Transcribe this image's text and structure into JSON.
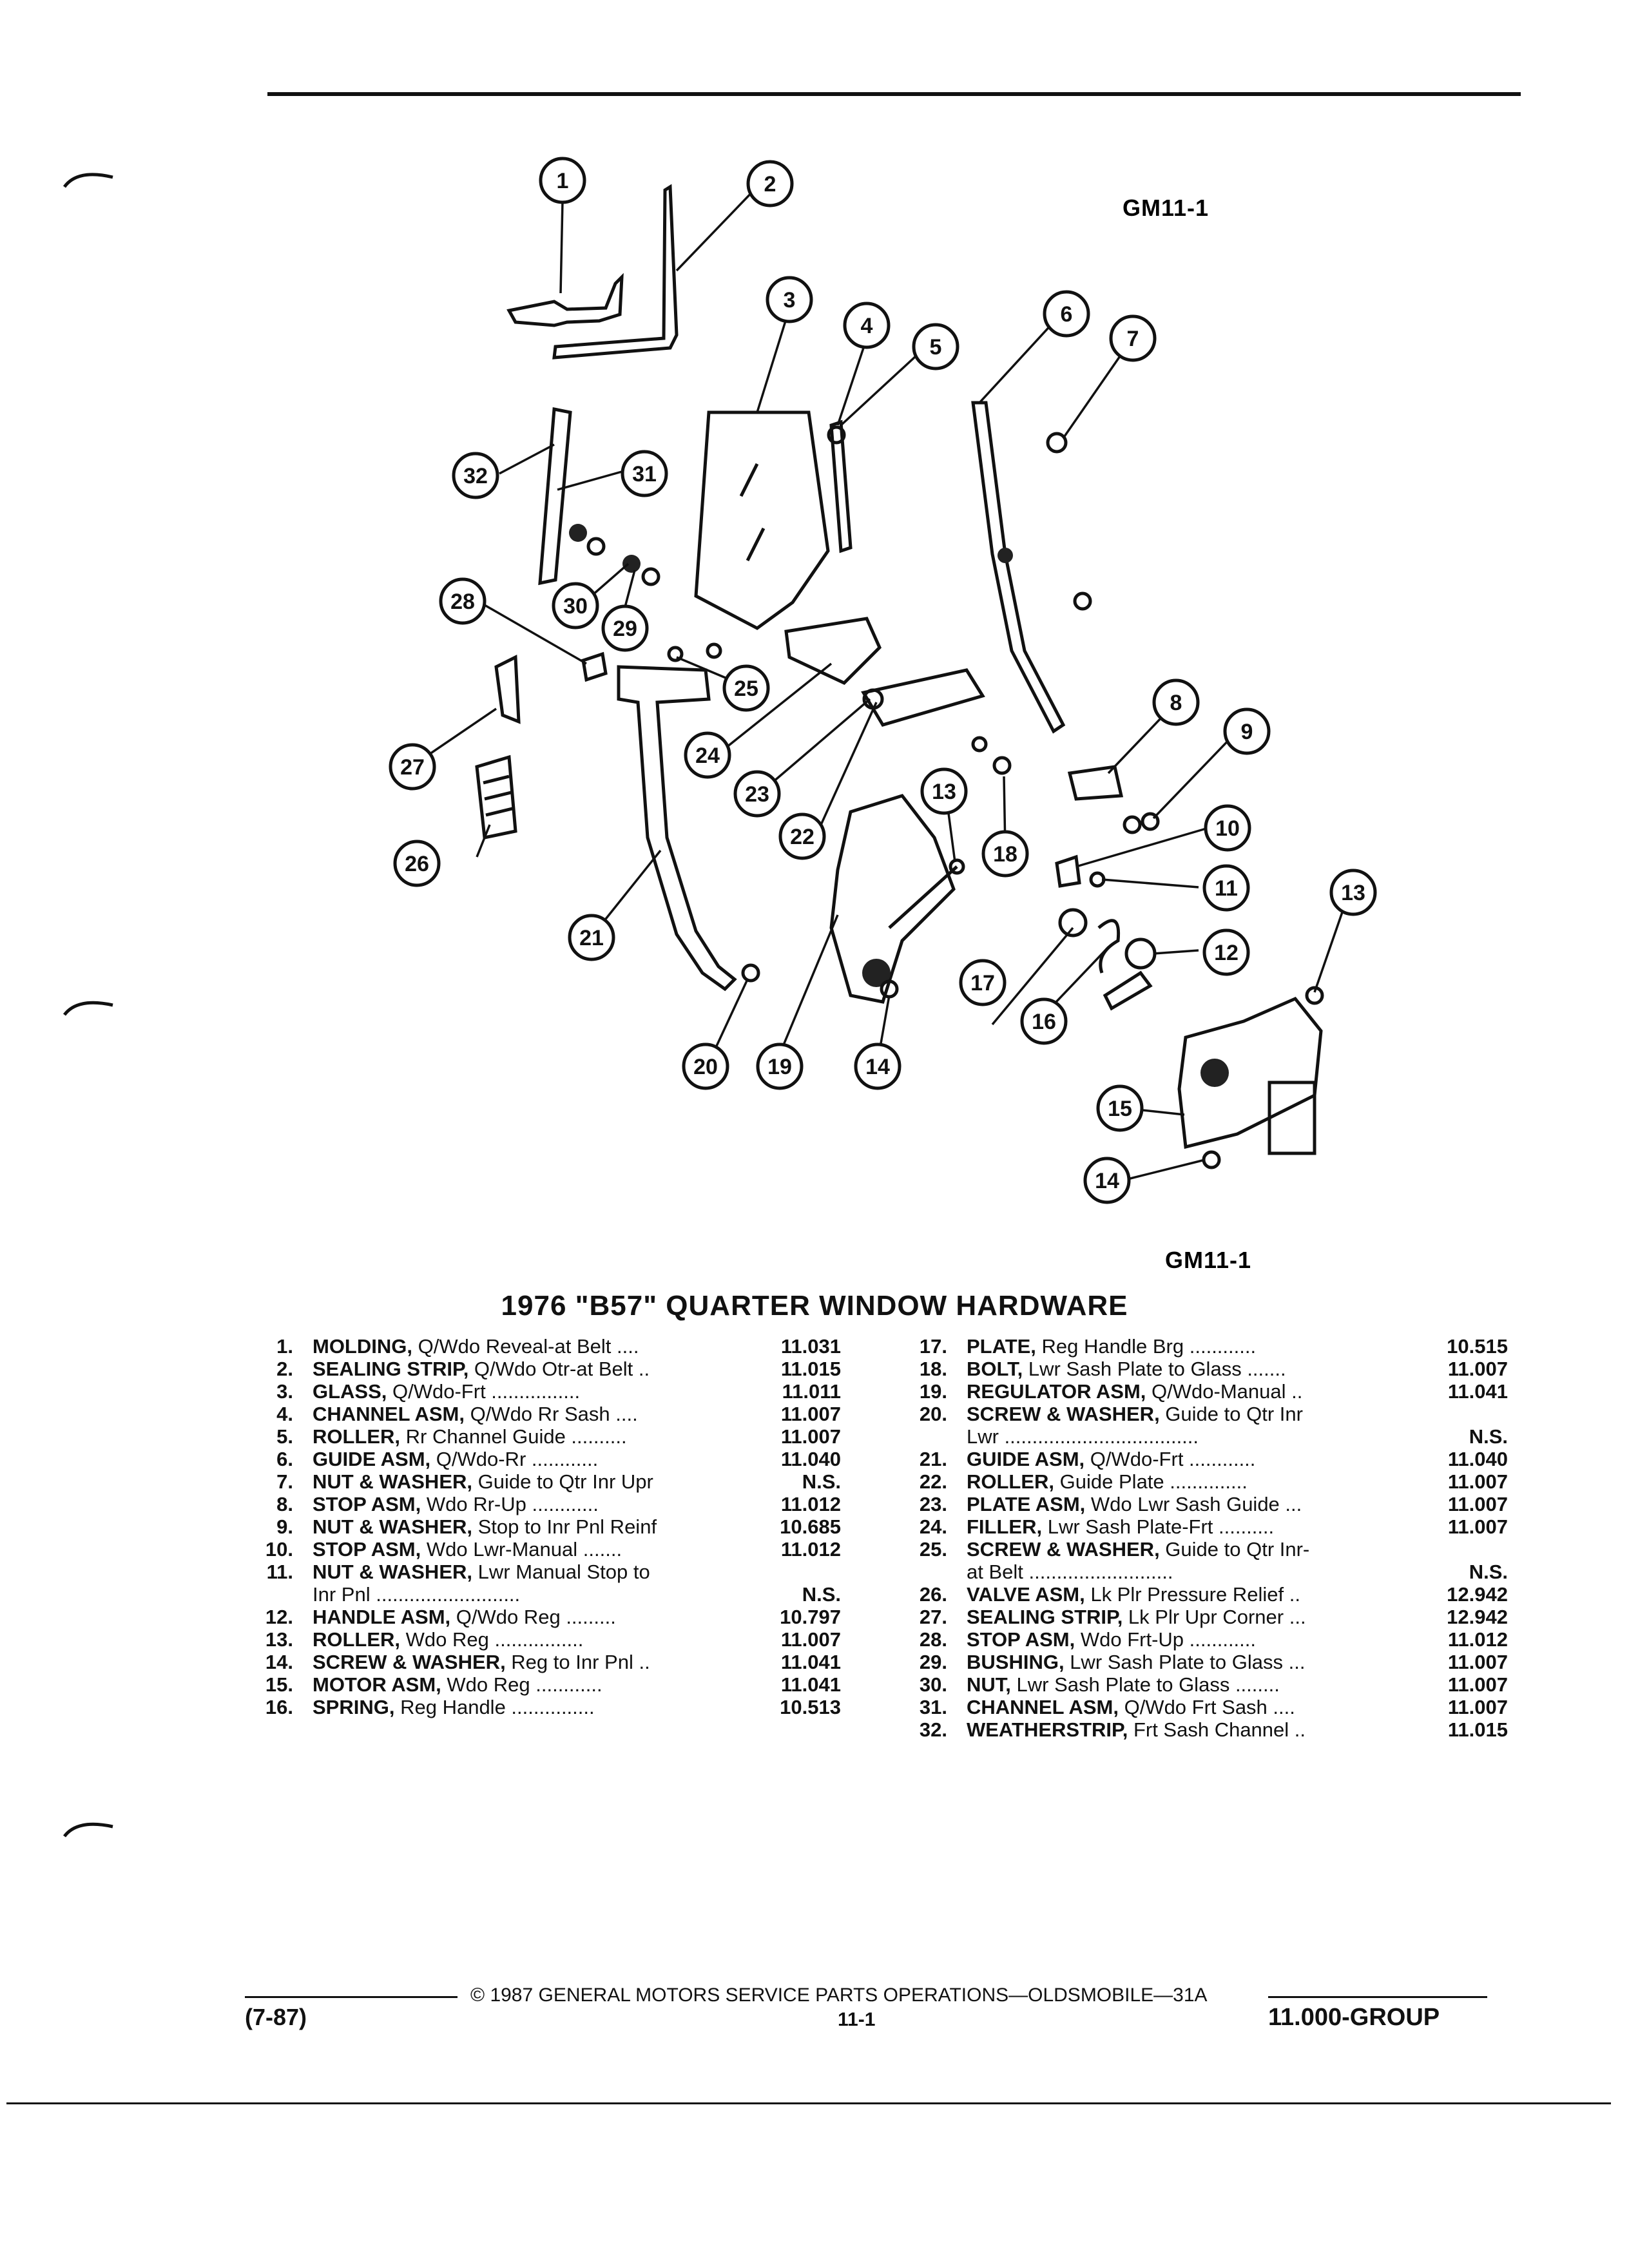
{
  "figure": {
    "code_top": "GM11-1",
    "code_bottom": "GM11-1",
    "callouts": [
      "1",
      "2",
      "3",
      "4",
      "5",
      "6",
      "7",
      "8",
      "9",
      "10",
      "11",
      "12",
      "13",
      "13",
      "14",
      "14",
      "15",
      "16",
      "17",
      "18",
      "19",
      "20",
      "21",
      "22",
      "23",
      "24",
      "25",
      "26",
      "27",
      "28",
      "29",
      "30",
      "31",
      "32"
    ]
  },
  "title": "1976 \"B57\" QUARTER WINDOW HARDWARE",
  "left_column": [
    {
      "num": "1.",
      "name": "MOLDING,",
      "desc": "Q/Wdo Reveal-at Belt",
      "dots": " ....",
      "ref": "11.031"
    },
    {
      "num": "2.",
      "name": "SEALING STRIP,",
      "desc": "Q/Wdo Otr-at Belt",
      "dots": " ..",
      "ref": "11.015"
    },
    {
      "num": "3.",
      "name": "GLASS,",
      "desc": "Q/Wdo-Frt",
      "dots": " ................",
      "ref": "11.011"
    },
    {
      "num": "4.",
      "name": "CHANNEL ASM,",
      "desc": "Q/Wdo Rr Sash",
      "dots": " ....",
      "ref": "11.007"
    },
    {
      "num": "5.",
      "name": "ROLLER,",
      "desc": "Rr Channel Guide",
      "dots": " ..........",
      "ref": "11.007"
    },
    {
      "num": "6.",
      "name": "GUIDE ASM,",
      "desc": "Q/Wdo-Rr",
      "dots": " ............",
      "ref": "11.040"
    },
    {
      "num": "7.",
      "name": "NUT & WASHER,",
      "desc": "Guide to Qtr Inr Upr",
      "dots": "",
      "ref": "N.S."
    },
    {
      "num": "8.",
      "name": "STOP ASM,",
      "desc": "Wdo Rr-Up",
      "dots": " ............",
      "ref": "11.012"
    },
    {
      "num": "9.",
      "name": "NUT & WASHER,",
      "desc": "Stop to Inr Pnl Reinf",
      "dots": "",
      "ref": "10.685"
    },
    {
      "num": "10.",
      "name": "STOP ASM,",
      "desc": "Wdo Lwr-Manual",
      "dots": " .......",
      "ref": "11.012"
    },
    {
      "num": "11.",
      "name": "NUT & WASHER,",
      "desc": "Lwr Manual Stop to",
      "dots": "",
      "ref": ""
    },
    {
      "num": "",
      "name": "",
      "desc": "Inr Pnl",
      "dots": " ..........................",
      "ref": "N.S."
    },
    {
      "num": "12.",
      "name": "HANDLE ASM,",
      "desc": "Q/Wdo Reg",
      "dots": " .........",
      "ref": "10.797"
    },
    {
      "num": "13.",
      "name": "ROLLER,",
      "desc": "Wdo Reg",
      "dots": " ................",
      "ref": "11.007"
    },
    {
      "num": "14.",
      "name": "SCREW & WASHER,",
      "desc": "Reg to Inr Pnl",
      "dots": " ..",
      "ref": "11.041"
    },
    {
      "num": "15.",
      "name": "MOTOR ASM,",
      "desc": "Wdo Reg",
      "dots": " ............",
      "ref": "11.041"
    },
    {
      "num": "16.",
      "name": "SPRING,",
      "desc": "Reg Handle",
      "dots": " ...............",
      "ref": "10.513"
    }
  ],
  "right_column": [
    {
      "num": "17.",
      "name": "PLATE,",
      "desc": "Reg Handle Brg",
      "dots": " ............",
      "ref": "10.515"
    },
    {
      "num": "18.",
      "name": "BOLT,",
      "desc": "Lwr Sash Plate to Glass",
      "dots": " .......",
      "ref": "11.007"
    },
    {
      "num": "19.",
      "name": "REGULATOR ASM,",
      "desc": "Q/Wdo-Manual",
      "dots": " ..",
      "ref": "11.041"
    },
    {
      "num": "20.",
      "name": "SCREW & WASHER,",
      "desc": "Guide to Qtr Inr",
      "dots": "",
      "ref": ""
    },
    {
      "num": "",
      "name": "",
      "desc": "Lwr",
      "dots": " ...................................",
      "ref": "N.S."
    },
    {
      "num": "21.",
      "name": "GUIDE ASM,",
      "desc": "Q/Wdo-Frt",
      "dots": " ............",
      "ref": "11.040"
    },
    {
      "num": "22.",
      "name": "ROLLER,",
      "desc": "Guide Plate",
      "dots": " ..............",
      "ref": "11.007"
    },
    {
      "num": "23.",
      "name": "PLATE ASM,",
      "desc": "Wdo Lwr Sash Guide",
      "dots": " ...",
      "ref": "11.007"
    },
    {
      "num": "24.",
      "name": "FILLER,",
      "desc": "Lwr Sash Plate-Frt",
      "dots": " ..........",
      "ref": "11.007"
    },
    {
      "num": "25.",
      "name": "SCREW & WASHER,",
      "desc": "Guide to Qtr Inr-",
      "dots": "",
      "ref": ""
    },
    {
      "num": "",
      "name": "",
      "desc": "at Belt",
      "dots": " ..........................",
      "ref": "N.S."
    },
    {
      "num": "26.",
      "name": "VALVE ASM,",
      "desc": "Lk Plr Pressure Relief",
      "dots": " ..",
      "ref": "12.942"
    },
    {
      "num": "27.",
      "name": "SEALING STRIP,",
      "desc": "Lk Plr Upr Corner",
      "dots": " ...",
      "ref": "12.942"
    },
    {
      "num": "28.",
      "name": "STOP ASM,",
      "desc": "Wdo Frt-Up",
      "dots": " ............",
      "ref": "11.012"
    },
    {
      "num": "29.",
      "name": "BUSHING,",
      "desc": "Lwr Sash Plate to Glass",
      "dots": " ...",
      "ref": "11.007"
    },
    {
      "num": "30.",
      "name": "NUT,",
      "desc": "Lwr Sash Plate to Glass",
      "dots": " ........",
      "ref": "11.007"
    },
    {
      "num": "31.",
      "name": "CHANNEL ASM,",
      "desc": "Q/Wdo Frt Sash",
      "dots": " ....",
      "ref": "11.007"
    },
    {
      "num": "32.",
      "name": "WEATHERSTRIP,",
      "desc": "Frt Sash Channel",
      "dots": " ..",
      "ref": "11.015"
    }
  ],
  "footer": {
    "copyright": "© 1987 GENERAL MOTORS SERVICE PARTS OPERATIONS—OLDSMOBILE—31A",
    "date_code": "(7-87)",
    "page": "11-1",
    "group": "11.000-GROUP"
  }
}
